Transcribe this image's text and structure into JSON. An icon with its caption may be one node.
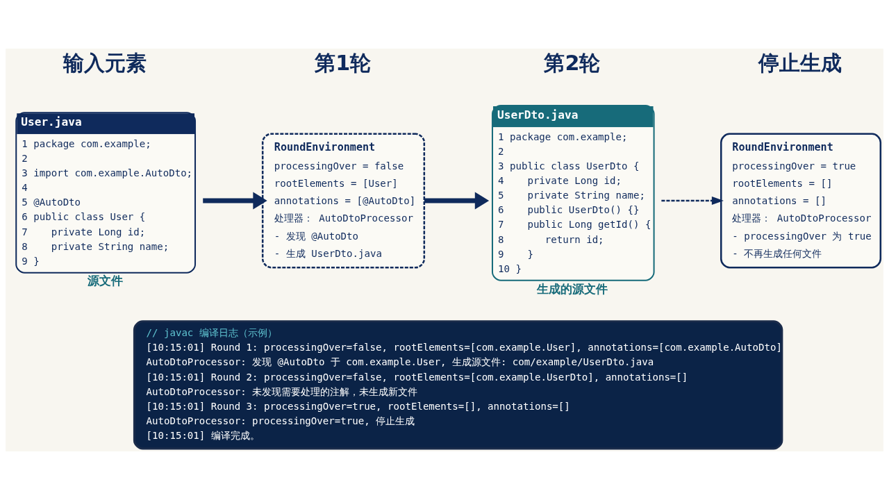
{
  "diagram": {
    "nodes": [
      {
        "text": [
          "User.java",
          "1 package com.example;",
          "2",
          "3 import com.example.AutoDto;",
          "4",
          "5 @AutoDto",
          "6 public class User {",
          "7    private Long id;",
          "8    private String name;",
          "9 }"
        ],
        "beside": [
          "源文件"
        ]
      },
      {
        "text": [
          "RoundEnvironment",
          "processingOver = false",
          "rootElements = [User]",
          "annotations = [@AutoDto]",
          "处理器： AutoDtoProcessor",
          "- 发现 @AutoDto",
          "- 生成 UserDto.java"
        ]
      },
      {
        "text": [
          "UserDto.java",
          "1 package com.example;",
          "2",
          "3 public class UserDto {",
          "4    private Long id;",
          "5    private String name;",
          "6    public UserDto() {}",
          "7    public Long getId() {",
          "8       return id;",
          "9    }",
          "10 }"
        ],
        "beside": [
          "生成的源文件"
        ]
      },
      {
        "text": [
          "RoundEnvironment",
          "processingOver = true",
          "rootElements = []",
          "annotations = []",
          "处理器： AutoDtoProcessor",
          "- processingOver 为 true",
          "- 不再生成任何文件"
        ]
      },
      {
        "text": [
          "// javac 编译日志（示例）",
          "[10:15:01] Round 1: processingOver=false, rootElements=[com.example.User], annotations=[com.example.AutoDto]",
          "AutoDtoProcessor: 发现 @AutoDto 于 com.example.User, 生成源文件: com/example/UserDto.java",
          "[10:15:01] Round 2: processingOver=false, rootElements=[com.example.UserDto], annotations=[]",
          "AutoDtoProcessor: 未发现需要处理的注解，未生成新文件",
          "[10:15:01] Round 3: processingOver=true, rootElements=[], annotations=[]",
          "AutoDtoProcessor: processingOver=true, 停止生成",
          "[10:15:01] 编译完成。"
        ]
      }
    ],
    "edges": [
      {
        "from": 0,
        "to": 1,
        "arrow": "to"
      },
      {
        "from": 1,
        "to": 2,
        "arrow": "to"
      },
      {
        "from": 2,
        "to": 3,
        "arrow": "to",
        "style": "dashed"
      }
    ],
    "labels": [
      "输入元素",
      "第1轮",
      "第2轮",
      "停止生成"
    ]
  }
}
